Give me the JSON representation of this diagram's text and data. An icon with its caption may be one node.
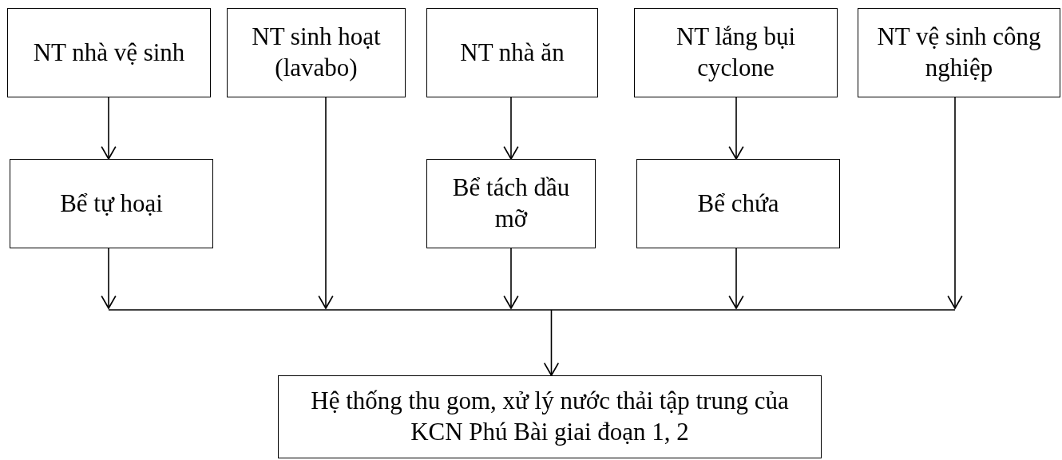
{
  "diagram": {
    "nodes": [
      {
        "text": [
          "NT nhà vệ sinh"
        ]
      },
      {
        "text": [
          "NT sinh hoạt (lavabo)"
        ]
      },
      {
        "text": [
          "NT nhà ăn"
        ]
      },
      {
        "text": [
          "NT lắng bụi cyclone"
        ]
      },
      {
        "text": [
          "NT vệ sinh công nghiệp"
        ]
      },
      {
        "text": [
          "Bể tự hoại"
        ]
      },
      {
        "text": [
          "Bể tách dầu mỡ"
        ]
      },
      {
        "text": [
          "Bể chứa"
        ]
      },
      {
        "text": [
          "Hệ thống thu gom, xử lý nước thải tập trung của KCN Phú Bài giai đoạn 1, 2"
        ]
      }
    ],
    "edges": [
      {
        "from": 0,
        "to": 5,
        "arrow": "to"
      },
      {
        "from": 5,
        "to": 8,
        "arrow": "to"
      },
      {
        "from": 1,
        "to": 8,
        "arrow": "to"
      },
      {
        "from": 2,
        "to": 6,
        "arrow": "to"
      },
      {
        "from": 6,
        "to": 8,
        "arrow": "to"
      },
      {
        "from": 3,
        "to": 7,
        "arrow": "to"
      },
      {
        "from": 7,
        "to": 8,
        "arrow": "to"
      },
      {
        "from": 4,
        "to": 8,
        "arrow": "to"
      }
    ]
  }
}
